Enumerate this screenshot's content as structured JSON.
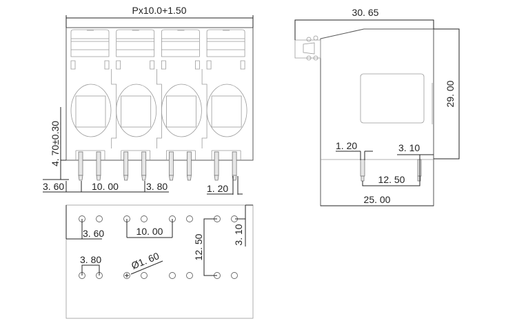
{
  "front_view": {
    "overall_width_label": "Px10.0+1.50",
    "height_label": "4. 70±0.30",
    "edge_to_pin_label": "3. 60",
    "pitch_label": "10. 00",
    "pin_spacing_label": "3. 80",
    "pin_width_label": "1. 20",
    "module_count": 4
  },
  "side_view": {
    "depth_label": "30. 65",
    "height_label": "29. 00",
    "pin_width_label": "1. 20",
    "pin_offset_label": "3. 10",
    "pin_distance_label": "12. 50",
    "base_width_label": "25. 00"
  },
  "pcb_layout": {
    "edge_to_pin_label": "3. 60",
    "pitch_label": "10. 00",
    "pin_spacing_label": "3. 80",
    "hole_diameter_label": "Ø1. 60",
    "row_distance_label": "12. 50",
    "row_offset_label": "3. 10"
  }
}
